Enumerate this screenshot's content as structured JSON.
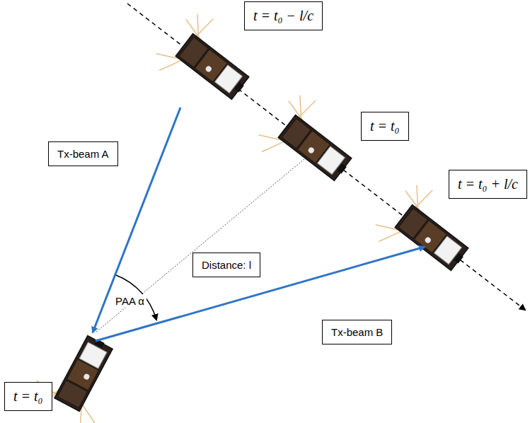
{
  "diagram": {
    "nodes": [
      {
        "text": [
          "t = t₀ − l/c"
        ]
      },
      {
        "text": [
          "t = t₀"
        ]
      },
      {
        "text": [
          "t = t₀ + l/c"
        ]
      },
      {
        "text": [
          "Tx-beam A"
        ]
      },
      {
        "text": [
          "Distance: l"
        ]
      },
      {
        "text": [
          "Tx-beam B"
        ]
      },
      {
        "text": [
          "t = t₀"
        ]
      }
    ],
    "labels": [
      "PAA α"
    ]
  }
}
